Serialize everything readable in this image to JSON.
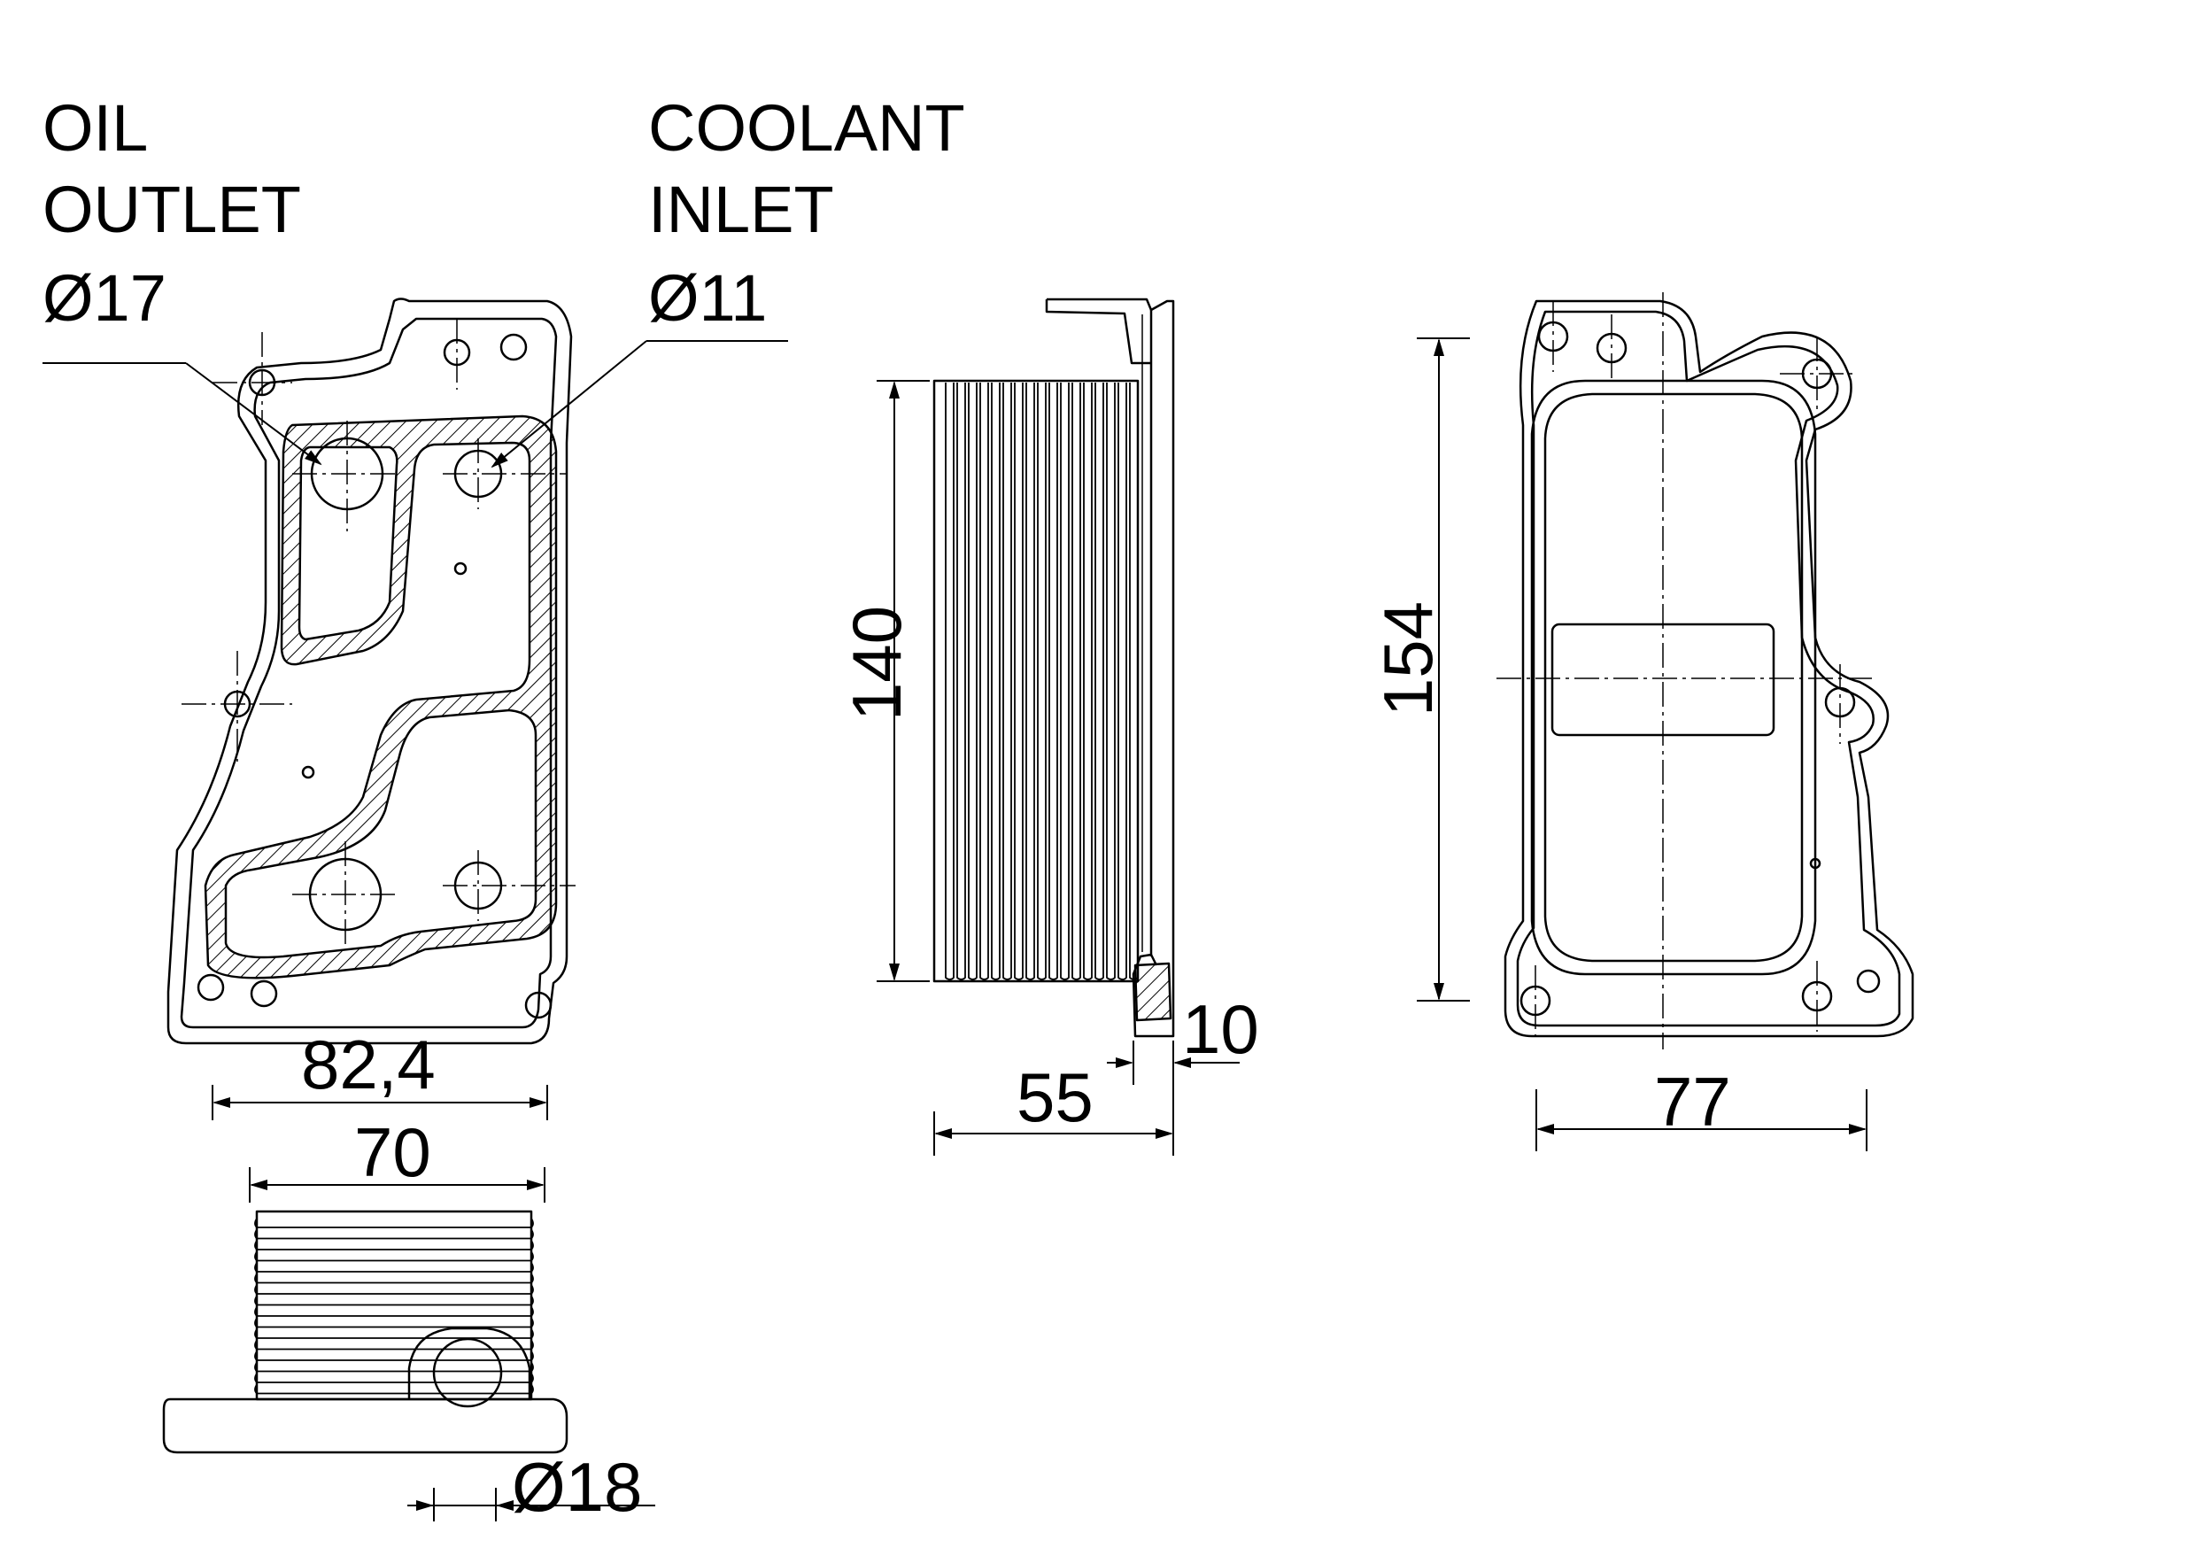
{
  "labels": {
    "oil_outlet": [
      "OIL",
      "OUTLET",
      "Ø17"
    ],
    "coolant_inlet": [
      "COOLANT",
      "INLET",
      "Ø11"
    ]
  },
  "dimensions": {
    "width_top_view": "82,4",
    "width_bottom_view": "70",
    "outlet_diameter": "Ø18",
    "height_side_view": "140",
    "depth_side_view": "55",
    "flange_thickness": "10",
    "height_rear_view": "154",
    "width_rear_view": "77"
  },
  "colors": {
    "line": "#000000",
    "background": "#ffffff"
  }
}
